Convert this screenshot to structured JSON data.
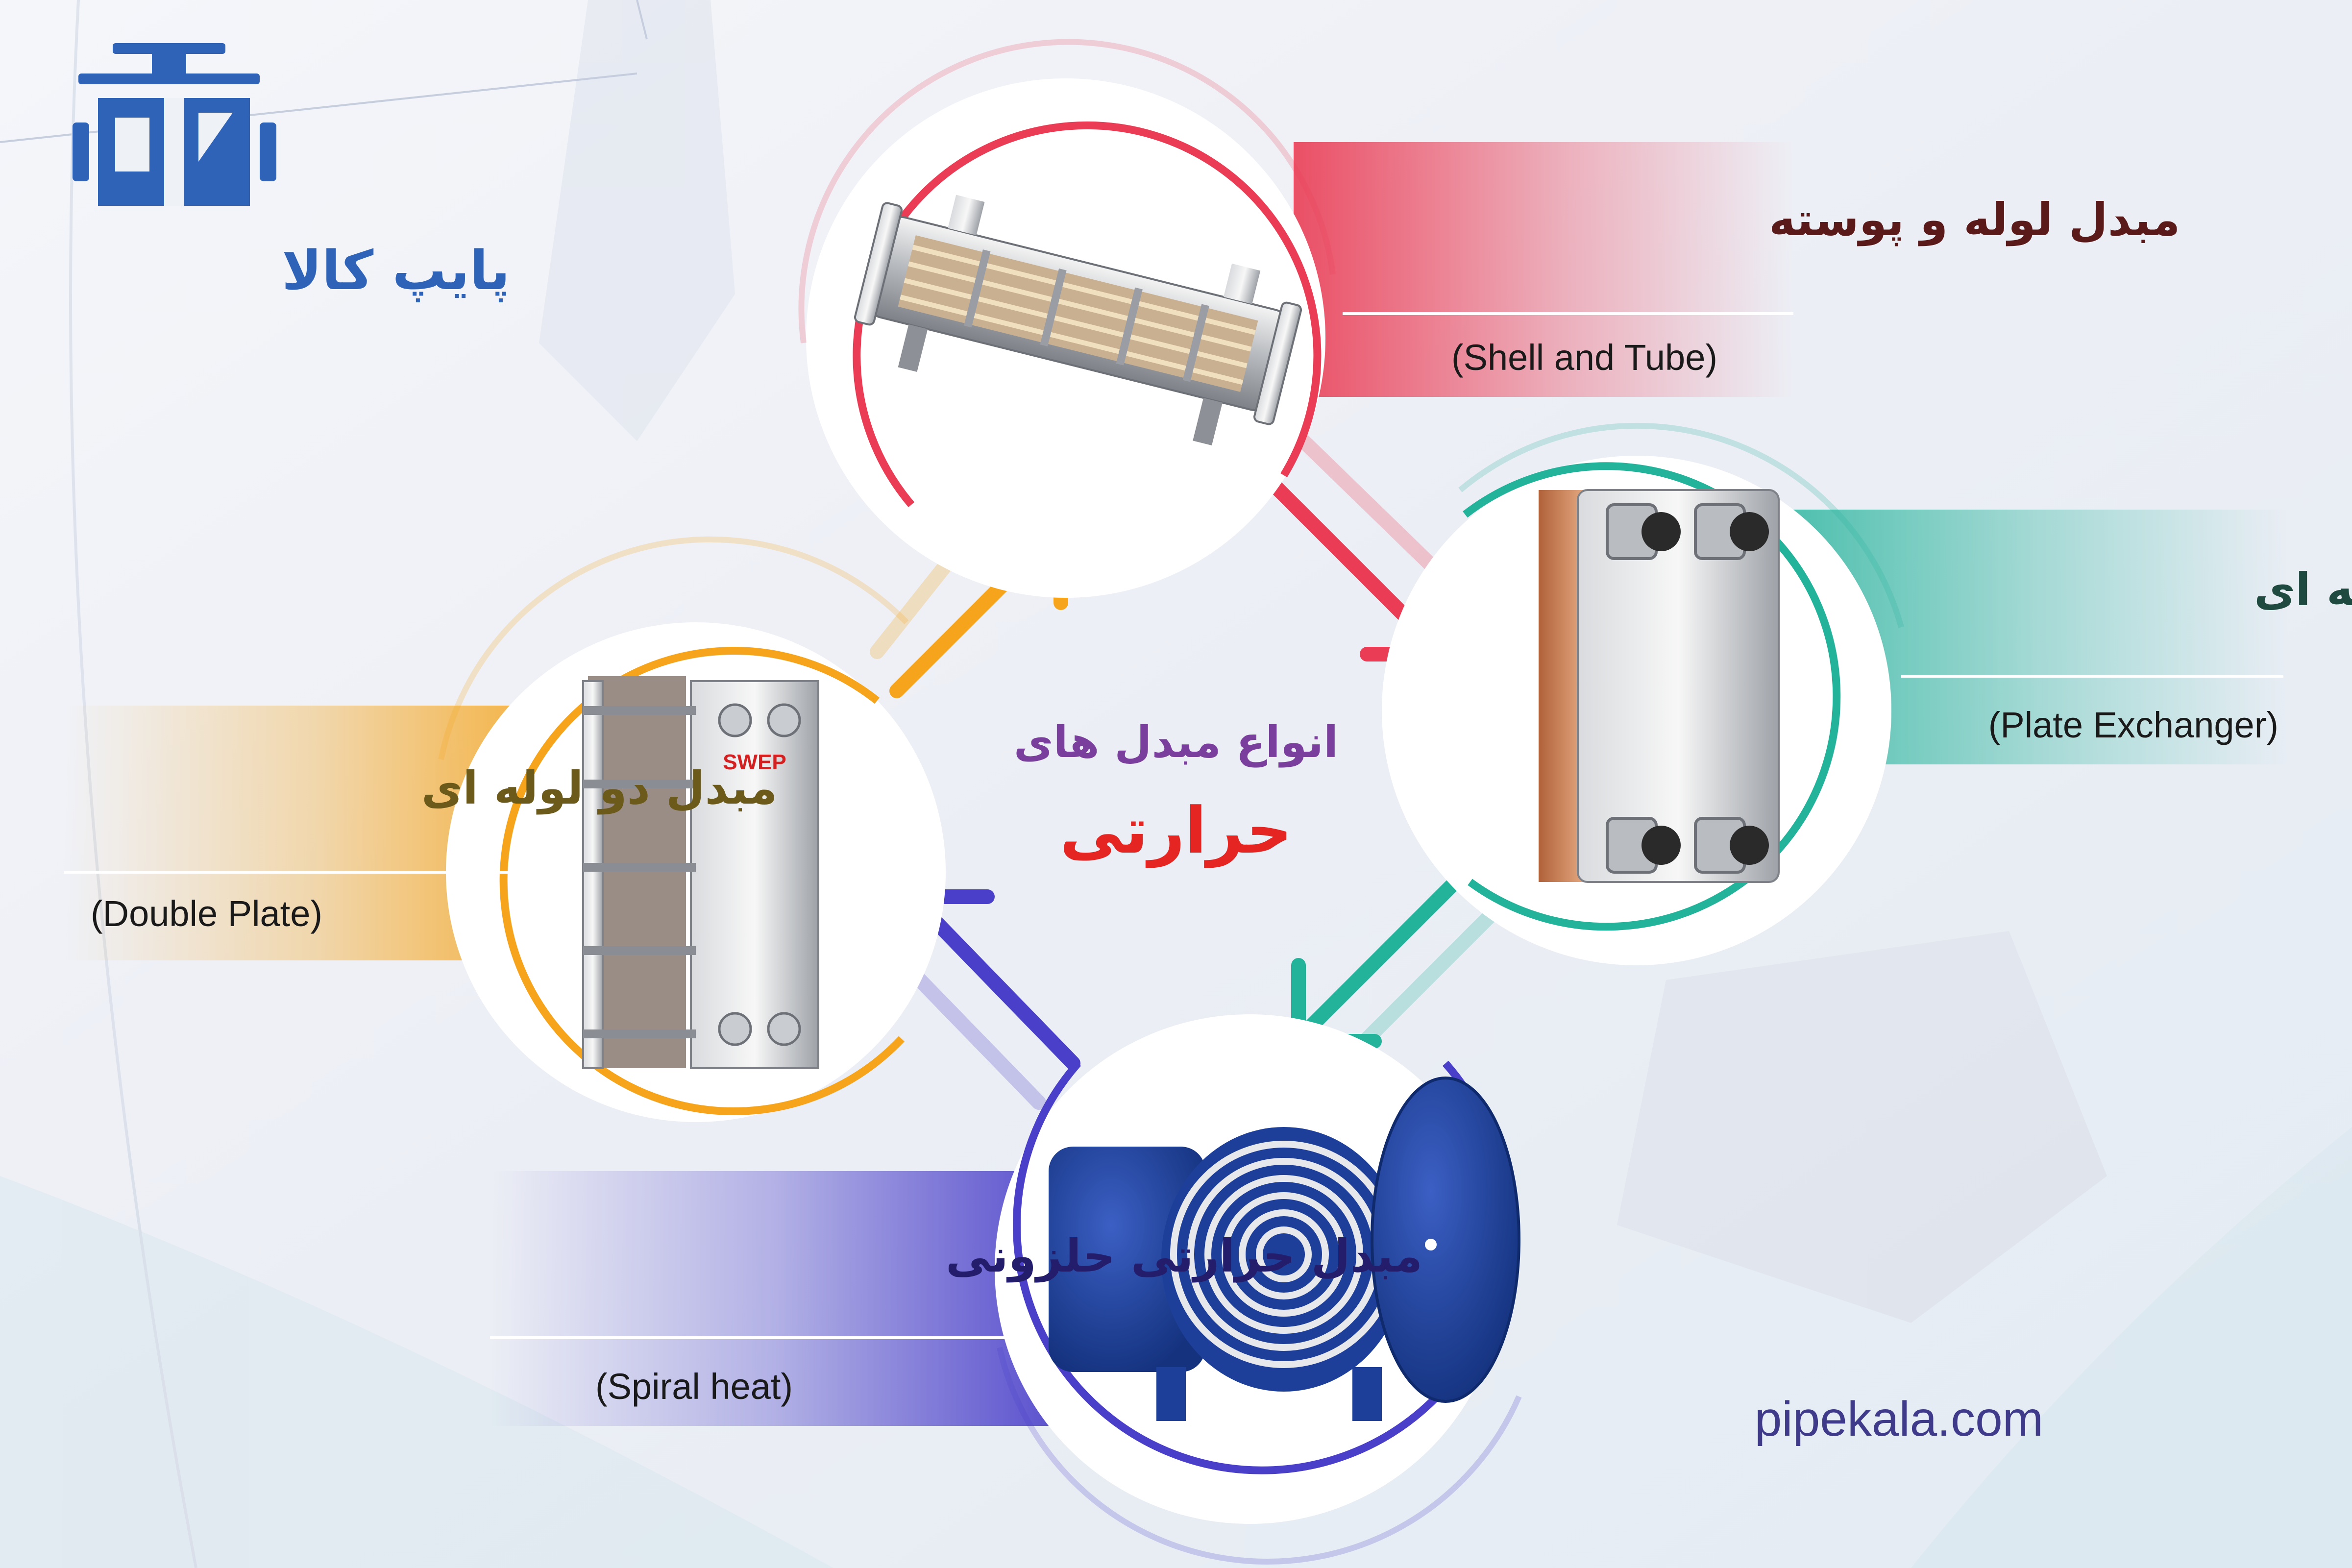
{
  "brand": {
    "logo_text": "پایپ کالا",
    "website": "pipekala.com",
    "color": "#2f63b8"
  },
  "center": {
    "line1": "انواع مبدل های",
    "line2": "حرارتی",
    "line1_color": "#7a3e9d",
    "line2_color": "#e52521"
  },
  "exchangers": [
    {
      "id": "shell-tube",
      "title": "مبدل لوله و پوسته",
      "subtitle": "(Shell and Tube)",
      "color": "#ea3d55",
      "title_color": "#5a1a1a",
      "icon": "shell-and-tube-exchanger-icon"
    },
    {
      "id": "plate",
      "title": "مبدل صفحه ای",
      "subtitle": "(Plate Exchanger)",
      "color": "#23b39a",
      "title_color": "#1e4a3f",
      "icon": "plate-exchanger-icon"
    },
    {
      "id": "spiral",
      "title": "مبدل حرارتی حلزونی",
      "subtitle": "(Spiral heat)",
      "color": "#4a3fc9",
      "title_color": "#231d6b",
      "icon": "spiral-exchanger-icon"
    },
    {
      "id": "double-plate",
      "title": "مبدل دو لوله ای",
      "subtitle": "(Double Plate)",
      "color": "#f5a41b",
      "title_color": "#6b5a1a",
      "icon": "double-plate-exchanger-icon"
    }
  ]
}
